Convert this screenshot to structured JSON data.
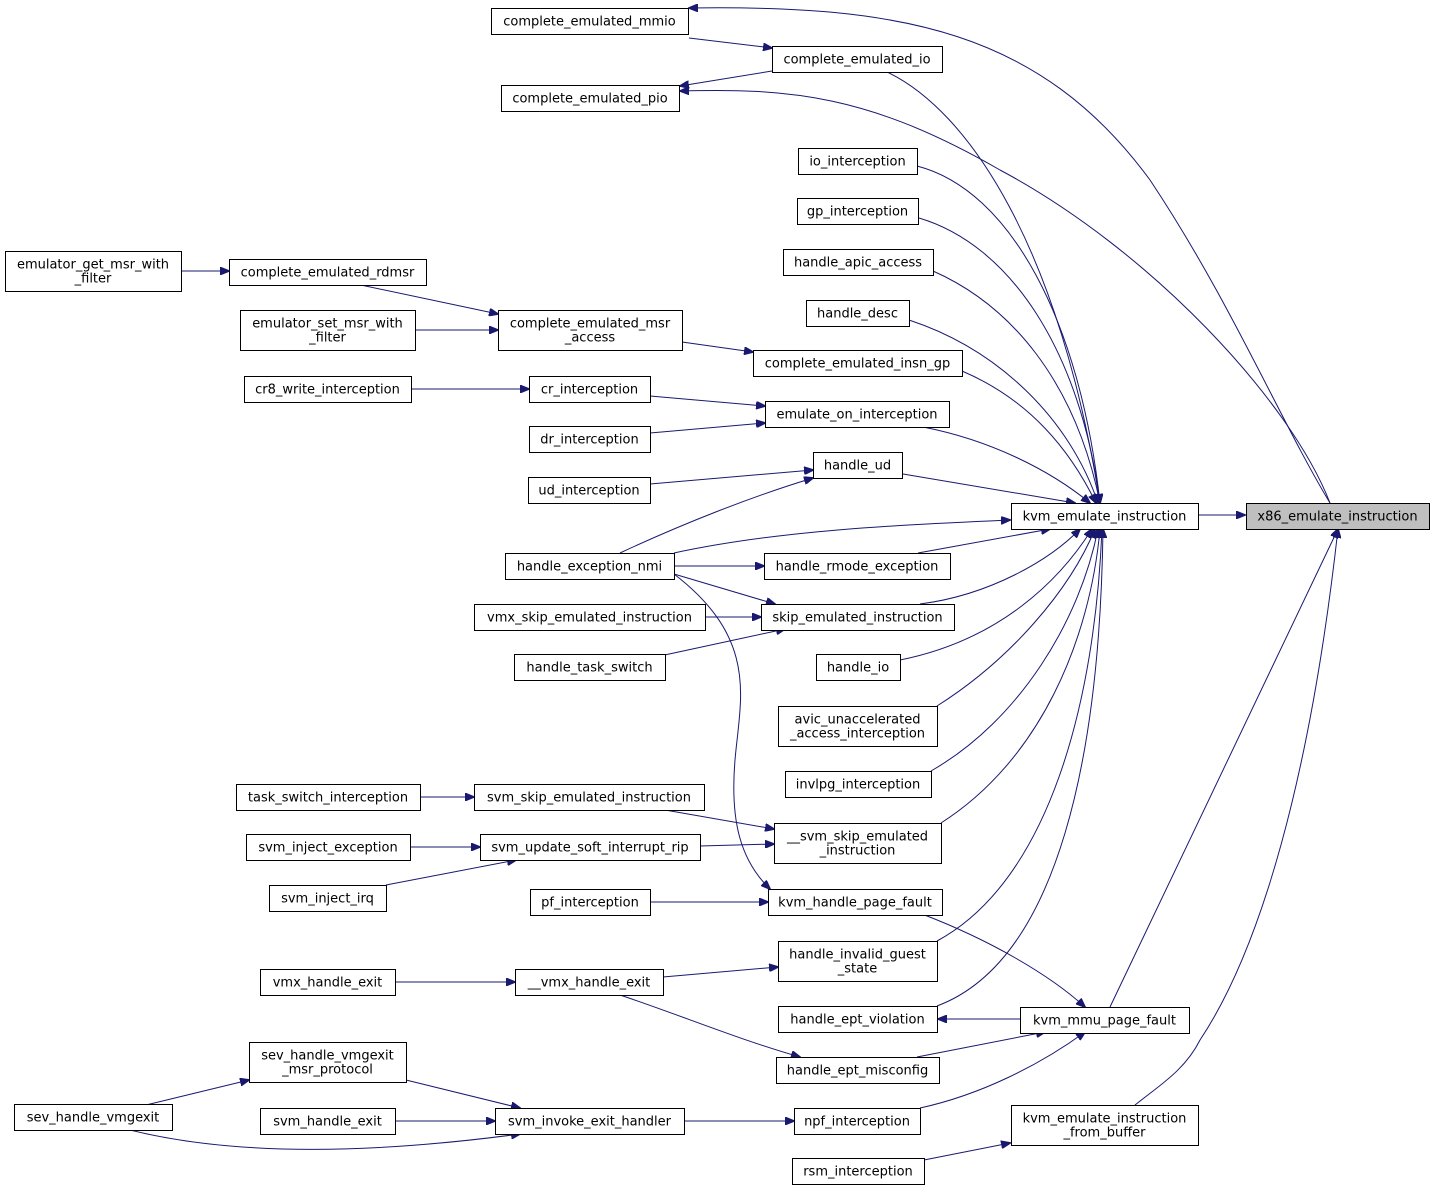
{
  "colors": {
    "edge": "#191970",
    "node_fill": "#ffffff",
    "root_fill": "#bfbfbf",
    "text": "#000000"
  },
  "nodes": {
    "x86_emulate_instruction": [
      "x86_emulate_instruction"
    ],
    "kvm_emulate_instruction": [
      "kvm_emulate_instruction"
    ],
    "kvm_emulate_instruction_from_buffer": [
      "kvm_emulate_instruction",
      "_from_buffer"
    ],
    "kvm_mmu_page_fault": [
      "kvm_mmu_page_fault"
    ],
    "complete_emulated_mmio": [
      "complete_emulated_mmio"
    ],
    "complete_emulated_io": [
      "complete_emulated_io"
    ],
    "complete_emulated_pio": [
      "complete_emulated_pio"
    ],
    "io_interception": [
      "io_interception"
    ],
    "gp_interception": [
      "gp_interception"
    ],
    "handle_apic_access": [
      "handle_apic_access"
    ],
    "handle_desc": [
      "handle_desc"
    ],
    "complete_emulated_insn_gp": [
      "complete_emulated_insn_gp"
    ],
    "emulate_on_interception": [
      "emulate_on_interception"
    ],
    "handle_ud": [
      "handle_ud"
    ],
    "handle_rmode_exception": [
      "handle_rmode_exception"
    ],
    "skip_emulated_instruction": [
      "skip_emulated_instruction"
    ],
    "handle_io": [
      "handle_io"
    ],
    "avic_unaccelerated_access_interception": [
      "avic_unaccelerated",
      "_access_interception"
    ],
    "invlpg_interception": [
      "invlpg_interception"
    ],
    "__svm_skip_emulated_instruction": [
      "__svm_skip_emulated",
      "_instruction"
    ],
    "kvm_handle_page_fault": [
      "kvm_handle_page_fault"
    ],
    "handle_invalid_guest_state": [
      "handle_invalid_guest",
      "_state"
    ],
    "handle_ept_violation": [
      "handle_ept_violation"
    ],
    "handle_ept_misconfig": [
      "handle_ept_misconfig"
    ],
    "npf_interception": [
      "npf_interception"
    ],
    "rsm_interception": [
      "rsm_interception"
    ],
    "complete_emulated_msr_access": [
      "complete_emulated_msr",
      "_access"
    ],
    "complete_emulated_rdmsr": [
      "complete_emulated_rdmsr"
    ],
    "emulator_get_msr_with_filter": [
      "emulator_get_msr_with",
      "_filter"
    ],
    "emulator_set_msr_with_filter": [
      "emulator_set_msr_with",
      "_filter"
    ],
    "cr_interception": [
      "cr_interception"
    ],
    "cr8_write_interception": [
      "cr8_write_interception"
    ],
    "dr_interception": [
      "dr_interception"
    ],
    "ud_interception": [
      "ud_interception"
    ],
    "handle_exception_nmi": [
      "handle_exception_nmi"
    ],
    "vmx_skip_emulated_instruction": [
      "vmx_skip_emulated_instruction"
    ],
    "handle_task_switch": [
      "handle_task_switch"
    ],
    "svm_skip_emulated_instruction": [
      "svm_skip_emulated_instruction"
    ],
    "task_switch_interception": [
      "task_switch_interception"
    ],
    "svm_update_soft_interrupt_rip": [
      "svm_update_soft_interrupt_rip"
    ],
    "svm_inject_exception": [
      "svm_inject_exception"
    ],
    "svm_inject_irq": [
      "svm_inject_irq"
    ],
    "pf_interception": [
      "pf_interception"
    ],
    "__vmx_handle_exit": [
      "__vmx_handle_exit"
    ],
    "vmx_handle_exit": [
      "vmx_handle_exit"
    ],
    "sev_handle_vmgexit_msr_protocol": [
      "sev_handle_vmgexit",
      "_msr_protocol"
    ],
    "sev_handle_vmgexit": [
      "sev_handle_vmgexit"
    ],
    "svm_handle_exit": [
      "svm_handle_exit"
    ],
    "svm_invoke_exit_handler": [
      "svm_invoke_exit_handler"
    ]
  }
}
